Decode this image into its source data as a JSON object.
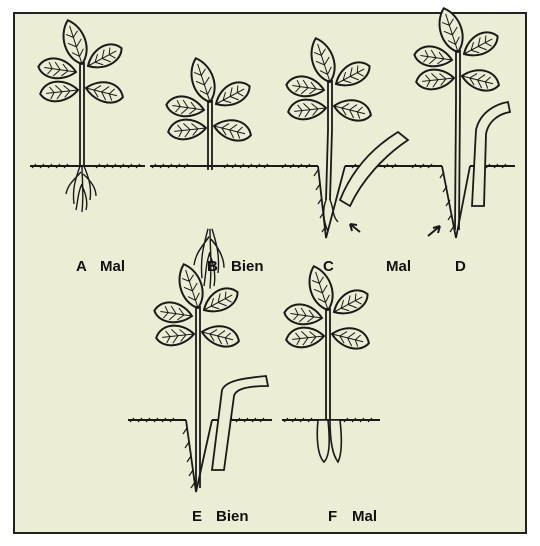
{
  "figure": {
    "background_color": "#ebeed5",
    "ink_color": "#1a1a1a",
    "labels": {
      "a": {
        "letter": "A",
        "word": "Mal"
      },
      "b": {
        "letter": "B",
        "word": "Bien"
      },
      "c": {
        "letter": "C"
      },
      "cd": {
        "word": "Mal"
      },
      "d": {
        "letter": "D"
      },
      "e": {
        "letter": "E",
        "word": "Bien"
      },
      "f": {
        "letter": "F",
        "word": "Mal"
      }
    }
  }
}
